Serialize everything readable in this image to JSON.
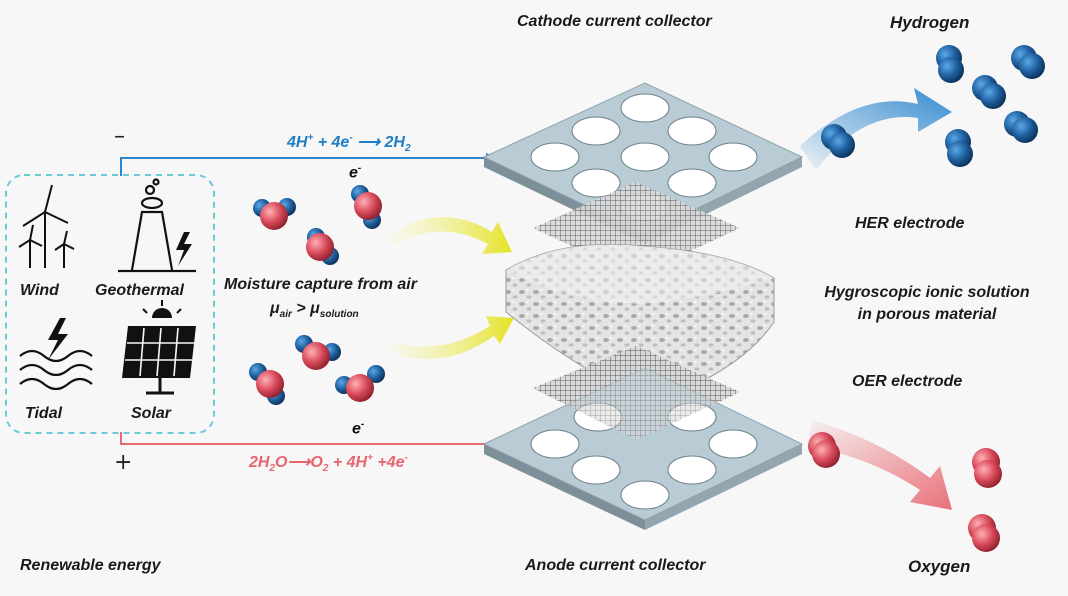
{
  "labels": {
    "cathode_collector": "Cathode current collector",
    "anode_collector": "Anode current collector",
    "hydrogen": "Hydrogen",
    "oxygen": "Oxygen",
    "her_electrode": "HER  electrode",
    "oer_electrode": "OER electrode",
    "hygro_line1": "Hygroscopic ionic solution",
    "hygro_line2": "in porous material",
    "moisture": "Moisture capture from air",
    "renewable": "Renewable energy",
    "mu": "μ",
    "mu_air_sub": "air",
    "gt": " > ",
    "mu_sol_sub": "solution"
  },
  "sources": {
    "wind": "Wind",
    "geothermal": "Geothermal",
    "tidal": "Tidal",
    "solar": "Solar"
  },
  "circuit": {
    "minus": "–",
    "plus": "+",
    "electron": "e",
    "electron_sup": "-",
    "cathode_eq": {
      "a": "4H",
      "a_sup": "+",
      "b": " + 4e",
      "b_sup": "-",
      "arrow": " ⟶ ",
      "c": "2H",
      "c_sub": "2"
    },
    "anode_eq": {
      "a": "2H",
      "a_sub": "2",
      "b": "O",
      "arrow": "⟶",
      "c": "O",
      "c_sub": "2",
      "d": " + 4H",
      "d_sup": "+",
      "e": " +4e",
      "e_sup": "-"
    }
  },
  "colors": {
    "cathode_line": "#2a86cf",
    "anode_line": "#e86a73",
    "plate": "#b9ccd6",
    "hydrogen": "#1f5f9e",
    "oxygen": "#d84a5a",
    "dashed_box": "#6cc9d8"
  }
}
